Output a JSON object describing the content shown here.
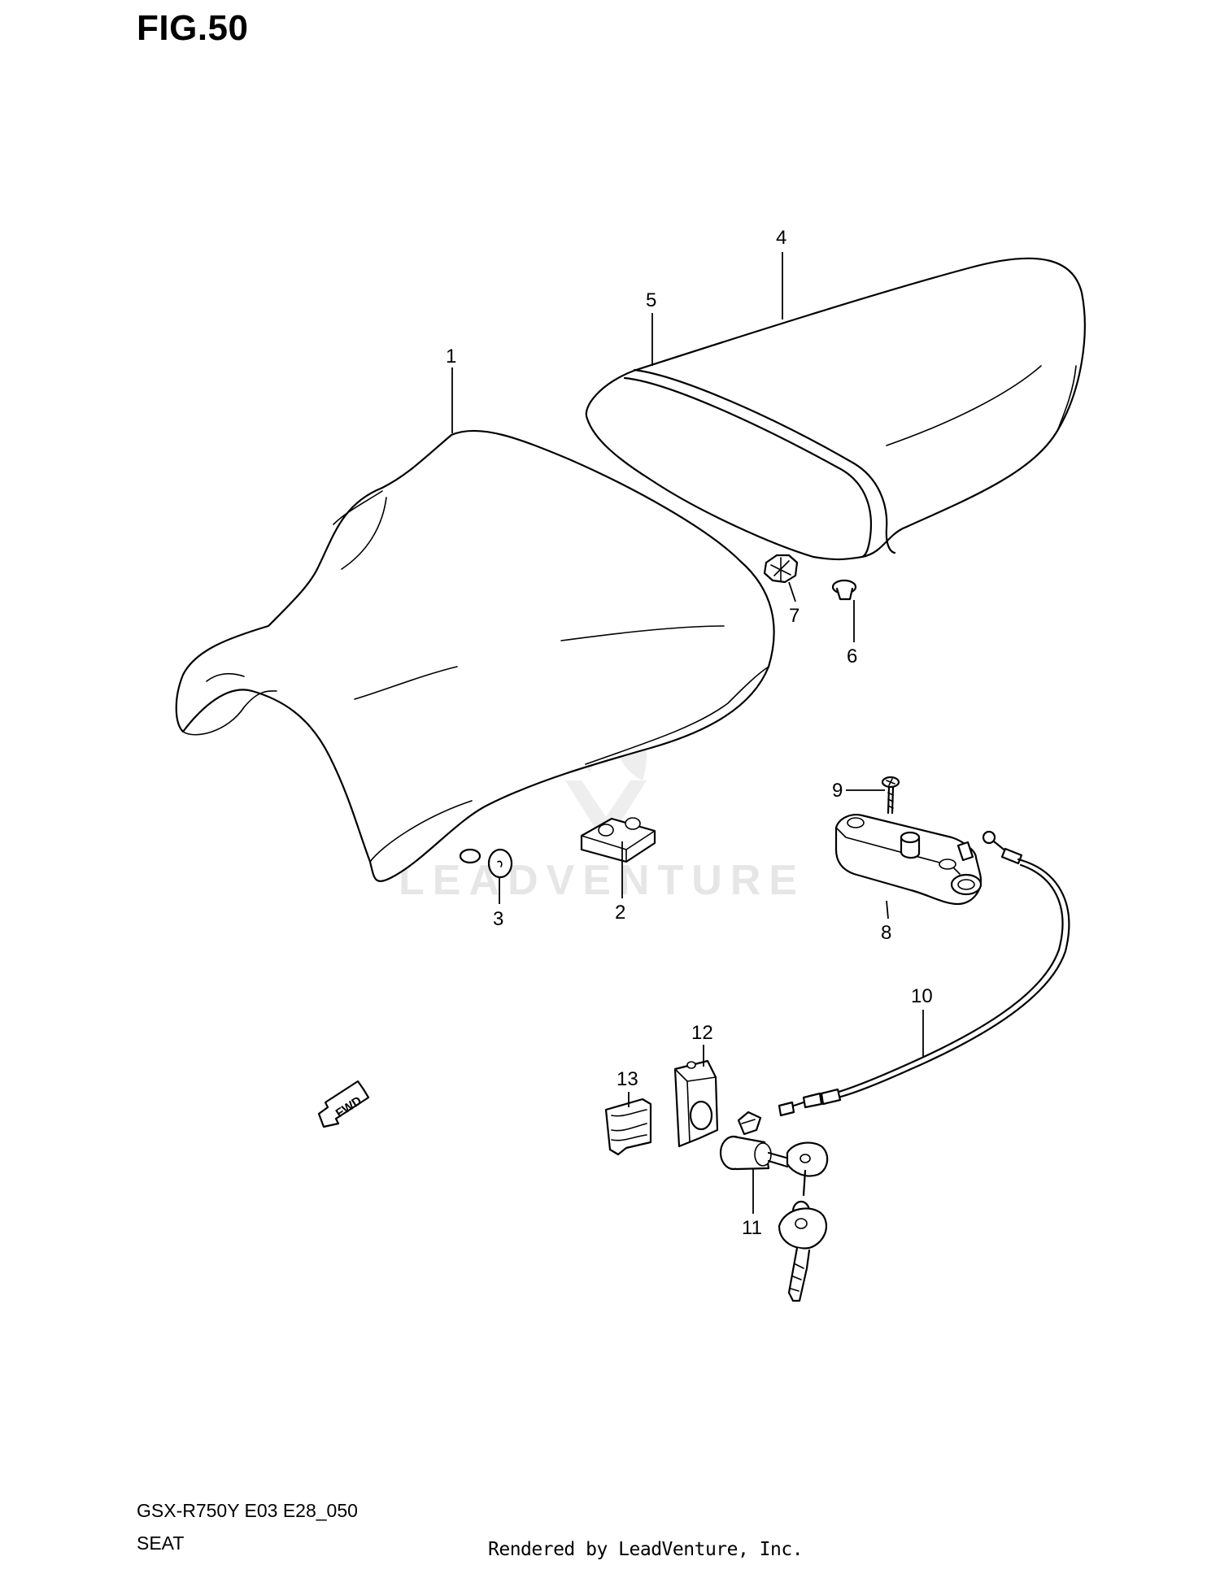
{
  "figure_title": "FIG.50",
  "model_code": "GSX-R750Y E03 E28_050",
  "section_name": "SEAT",
  "credit": "Rendered by LeadVenture, Inc.",
  "watermark": "LEADVENTURE",
  "fwd_label": "FWD",
  "callouts": {
    "c1": "1",
    "c2": "2",
    "c3": "3",
    "c4": "4",
    "c5": "5",
    "c6": "6",
    "c7": "7",
    "c8": "8",
    "c9": "9",
    "c10": "10",
    "c11": "11",
    "c12": "12",
    "c13": "13"
  }
}
